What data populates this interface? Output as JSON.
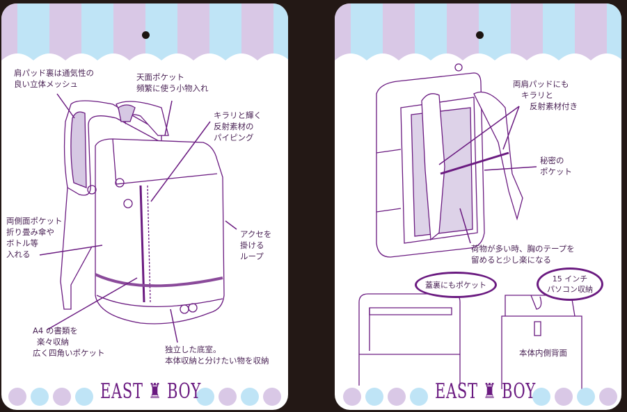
{
  "colors": {
    "purple": "#6a1a80",
    "blue": "#bfe4f6",
    "lavender": "#d9c8e6",
    "background": "#231815"
  },
  "left_card": {
    "labels": {
      "mesh": [
        "肩パッド裏は通気性の",
        "良い立体メッシュ"
      ],
      "top_pocket": [
        "天面ポケット",
        "頻繁に使う小物入れ"
      ],
      "piping": [
        "キラリと輝く",
        "反射素材の",
        "パイピング"
      ],
      "side_pocket": [
        "両側面ポケット",
        "折り畳み傘や",
        "ボトル等",
        "入れる"
      ],
      "loop": [
        "アクセを",
        "掛ける",
        "ループ"
      ],
      "a4": [
        "A4 の書類を",
        "楽々収納",
        "広く四角いポケット"
      ],
      "bottom": [
        "独立した底室。",
        "本体収納と分けたい物を収納"
      ]
    },
    "logo": {
      "left": "EAST",
      "right": "BOY"
    }
  },
  "right_card": {
    "labels": {
      "reflect": [
        "両肩パッドにも",
        "キラリと",
        "反射素材付き"
      ],
      "secret": [
        "秘密の",
        "ポケット"
      ],
      "chest": [
        "荷物が多い時、胸のテープを",
        "留めると少し楽になる"
      ],
      "inner_back": "本体内側背面"
    },
    "bubbles": {
      "lid": "蓋裏にもポケット",
      "pc": [
        "15 インチ",
        "パソコン収納"
      ]
    },
    "logo": {
      "left": "EAST",
      "right": "BOY"
    }
  }
}
